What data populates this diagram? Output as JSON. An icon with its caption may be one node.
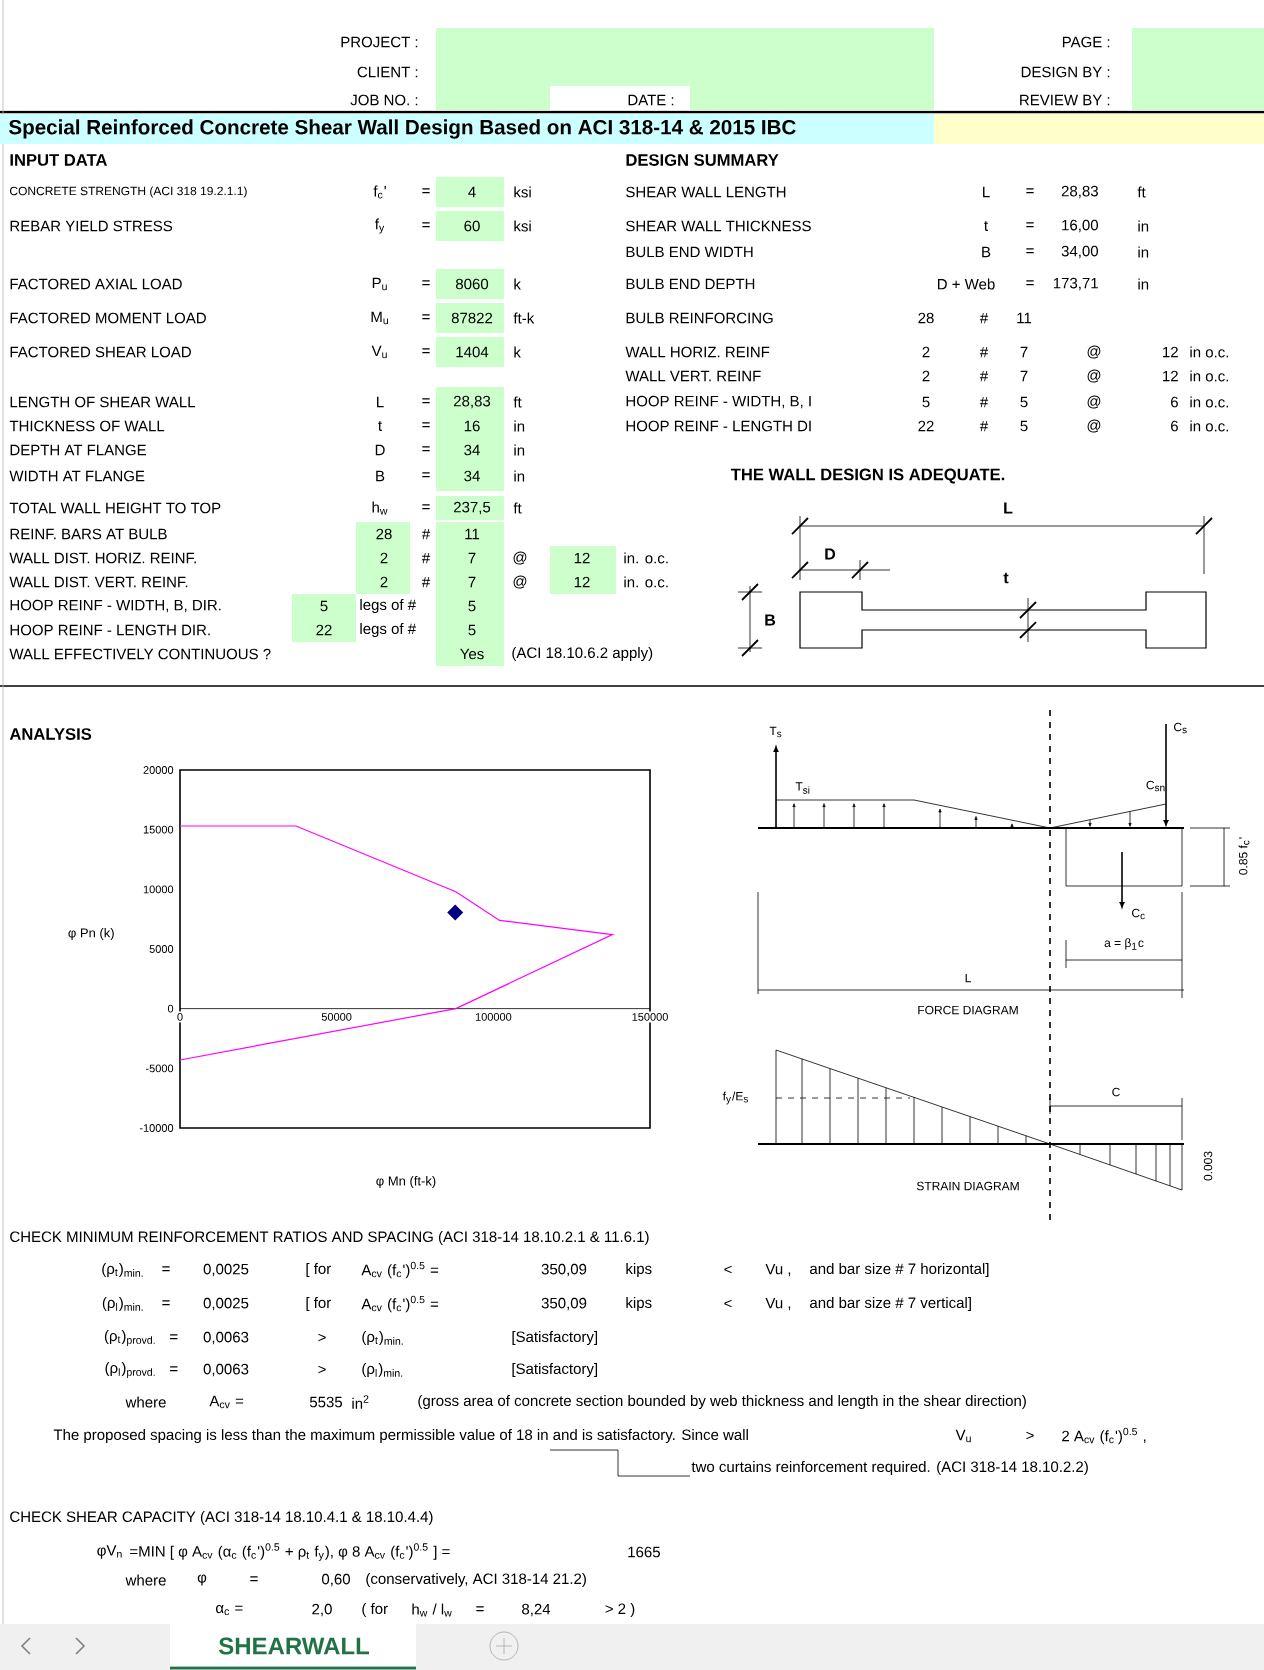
{
  "diagram": {
    "title": "Special Reinforced Concrete Shear Wall Design Based on ACI 318-14 & 2015 IBC",
    "labels": [
      "PROJECT :",
      "PAGE :",
      "CLIENT :",
      "DESIGN BY :",
      "JOB NO. :",
      "DATE :",
      "REVIEW BY :",
      "INPUT DATA",
      "DESIGN SUMMARY",
      "CONCRETE STRENGTH (ACI 318 19.2.1.1)",
      "f$_{c}$'",
      "=",
      "4",
      "ksi",
      "SHEAR WALL LENGTH",
      "L",
      "=",
      "28,83",
      "ft",
      "REBAR YIELD STRESS",
      "f$_{y}$",
      "=",
      "60",
      "ksi",
      "SHEAR WALL THICKNESS",
      "t",
      "=",
      "16,00",
      "in",
      "BULB END WIDTH",
      "B",
      "=",
      "34,00",
      "in",
      "FACTORED AXIAL LOAD",
      "P$_{u}$",
      "=",
      "8060",
      "k",
      "BULB END DEPTH",
      "D + Web",
      "=",
      "173,71",
      "in",
      "FACTORED MOMENT LOAD",
      "M$_{u}$",
      "=",
      "87822",
      "ft-k",
      "BULB REINFORCING",
      "28",
      "#",
      "11",
      "FACTORED SHEAR LOAD",
      "V$_{u}$",
      "=",
      "1404",
      "k",
      "WALL HORIZ. REINF",
      "2",
      "#",
      "7",
      "@",
      "12",
      "in o.c.",
      "WALL VERT. REINF",
      "2",
      "#",
      "7",
      "@",
      "12",
      "in o.c.",
      "LENGTH OF SHEAR WALL",
      "L",
      "=",
      "28,83",
      "ft",
      "HOOP REINF - WIDTH, B, I",
      "5",
      "#",
      "5",
      "@",
      "6",
      "in o.c.",
      "THICKNESS OF WALL",
      "t",
      "=",
      "16",
      "in",
      "HOOP REINF - LENGTH DI",
      "22",
      "#",
      "5",
      "@",
      "6",
      "in o.c.",
      "DEPTH AT FLANGE",
      "D",
      "=",
      "34",
      "in",
      "WIDTH AT FLANGE",
      "B",
      "=",
      "34",
      "in",
      "THE WALL DESIGN IS ADEQUATE.",
      "TOTAL WALL HEIGHT TO TOP",
      "h$_{w}$",
      "=",
      "237,5",
      "ft",
      "L",
      "REINF. BARS AT BULB",
      "28",
      "#",
      "11",
      "WALL DIST. HORIZ. REINF.",
      "2",
      "#",
      "7",
      "@",
      "12",
      "in. o.c.",
      "D",
      "WALL DIST. VERT. REINF.",
      "2",
      "#",
      "7",
      "@",
      "12",
      "in. o.c.",
      "t",
      "HOOP REINF - WIDTH, B, DIR.",
      "5",
      "legs of #",
      "5",
      "B",
      "HOOP REINF - LENGTH DIR.",
      "22",
      "legs of #",
      "5",
      "WALL EFFECTIVELY CONTINUOUS ?",
      "Yes",
      "(ACI 18.10.6.2 apply)",
      "ANALYSIS",
      "T$_{s}$",
      "C$_{s}$",
      "T$_{si}$",
      "C$_{sn}$",
      "0.85 f$_{c}$'",
      "C$_{c}$",
      "a = β$_{1}$c",
      "L",
      "FORCE DIAGRAM",
      "C",
      "f$_{y}$/E$_{s}$",
      "0.003",
      "STRAIN DIAGRAM",
      "CHECK MINIMUM REINFORCEMENT RATIOS AND SPACING (ACI 318-14 18.10.2.1 & 11.6.1)",
      "(ρ$_{t}$)$_{min.}$",
      "=",
      "0,0025",
      "[ for",
      "A$_{cv}$ (f$_{c}$')$^{0.5}$ =",
      "350,09",
      "kips",
      "<",
      "Vu ,",
      "and bar size # 7 horizontal]",
      "(ρ$_{l}$)$_{min.}$",
      "=",
      "0,0025",
      "[ for",
      "A$_{cv}$ (f$_{c}$')$^{0.5}$ =",
      "350,09",
      "kips",
      "<",
      "Vu ,",
      "and bar size # 7 vertical]",
      "(ρ$_{t}$)$_{provd.}$",
      "=",
      "0,0063",
      ">",
      "(ρ$_{t}$)$_{min.}$",
      "[Satisfactory]",
      "(ρ$_{l}$)$_{provd.}$",
      "=",
      "0,0063",
      ">",
      "(ρ$_{l}$)$_{min.}$",
      "[Satisfactory]",
      "where",
      "A$_{cv}$ =",
      "5535",
      "in$^{2}$",
      "(gross area of concrete section bounded by web thickness and length in the shear direction)",
      "The proposed spacing is less than the maximum permissible value of 18 in and is satisfactory. Since wall",
      "V$_{u}$",
      ">",
      "2 A$_{cv}$ (f$_{c}$')$^{0.5}$ ,",
      "two curtains reinforcement required. (ACI 318-14 18.10.2.2)",
      "CHECK SHEAR CAPACITY (ACI 318-14 18.10.4.1 & 18.10.4.4)",
      "φV$_{n}$",
      "=MIN [ φ A$_{cv}$ (α$_{c}$ (f$_{c}$')$^{0.5}$ + ρ$_{t}$ f$_{y}$), φ 8 A$_{cv}$ (f$_{c}$')$^{0.5}$ ] =",
      "1665",
      "where",
      "φ",
      "=",
      "0,60",
      "(conservatively, ACI 318-14 21.2)",
      "α$_{c}$ =",
      "2,0",
      "( for",
      "h$_{w}$ / l$_{w}$",
      "=",
      "8,24",
      "> 2 )",
      "SHEARWALL"
    ],
    "chart_data": {
      "type": "line",
      "xlabel": "φ Mn (ft-k)",
      "ylabel": "φ Pn (k)",
      "xlim": [
        0,
        150000
      ],
      "ylim": [
        -10000,
        20000
      ],
      "xticks": [
        0,
        50000,
        100000,
        150000
      ],
      "yticks": [
        -10000,
        -5000,
        0,
        5000,
        10000,
        15000,
        20000
      ],
      "series": [
        {
          "color": "#ff00ff",
          "x": [
            0,
            37000,
            88000,
            102000,
            138000,
            88000,
            0
          ],
          "values": [
            15300,
            15300,
            9800,
            7400,
            6200,
            0,
            -4300
          ]
        },
        {
          "type": "scatter",
          "color": "#000080",
          "x": [
            87822
          ],
          "values": [
            8060
          ]
        }
      ]
    }
  }
}
